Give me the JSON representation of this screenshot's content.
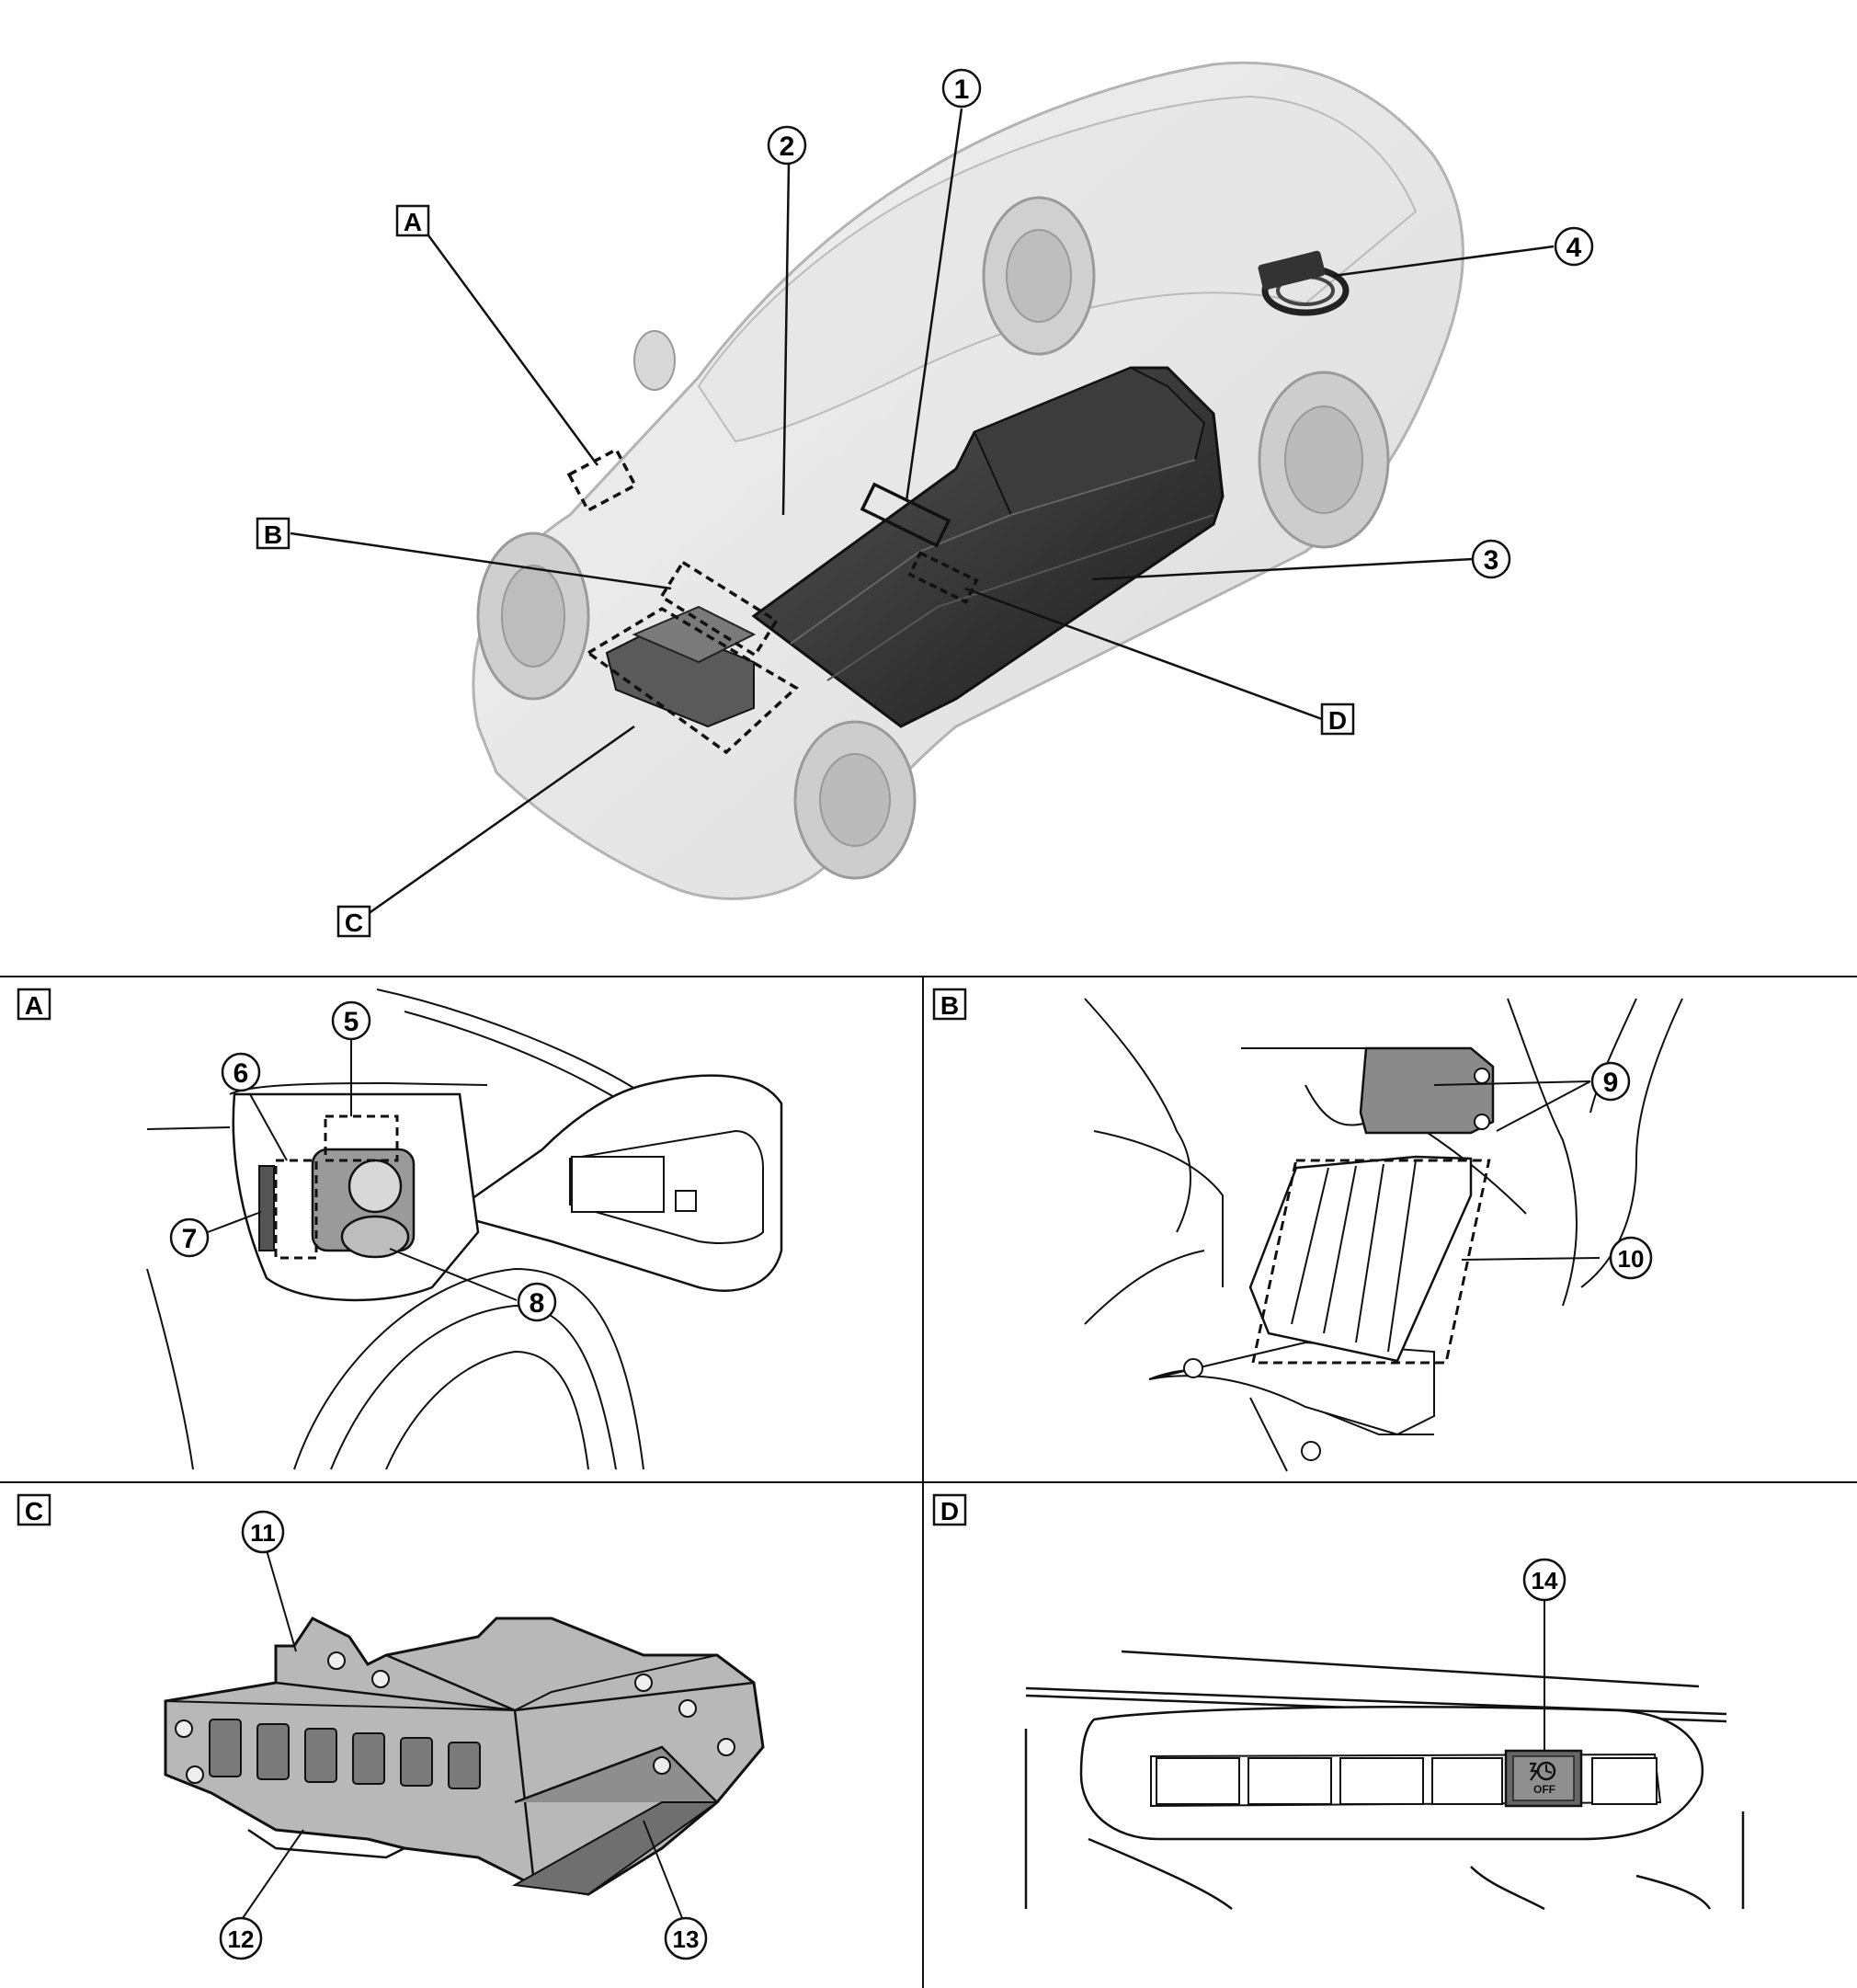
{
  "overview": {
    "callouts": [
      {
        "id": "c1",
        "label": "1"
      },
      {
        "id": "c2",
        "label": "2"
      },
      {
        "id": "c3",
        "label": "3"
      },
      {
        "id": "c4",
        "label": "4"
      }
    ],
    "detail_refs": [
      "A",
      "B",
      "C",
      "D"
    ]
  },
  "panels": {
    "A": {
      "label": "A",
      "callouts": [
        "5",
        "6",
        "7",
        "8"
      ]
    },
    "B": {
      "label": "B",
      "callouts": [
        "9",
        "10"
      ]
    },
    "C": {
      "label": "C",
      "callouts": [
        "11",
        "12",
        "13"
      ]
    },
    "D": {
      "label": "D",
      "callouts": [
        "14"
      ],
      "switch_text": "OFF",
      "switch_icon": "charge-timer-icon"
    }
  },
  "colors": {
    "line": "#111111",
    "ghost_body": "#d4d4d4",
    "battery_dark": "#2b2b2b",
    "component_gray": "#8a8a8a",
    "background": "#ffffff"
  }
}
